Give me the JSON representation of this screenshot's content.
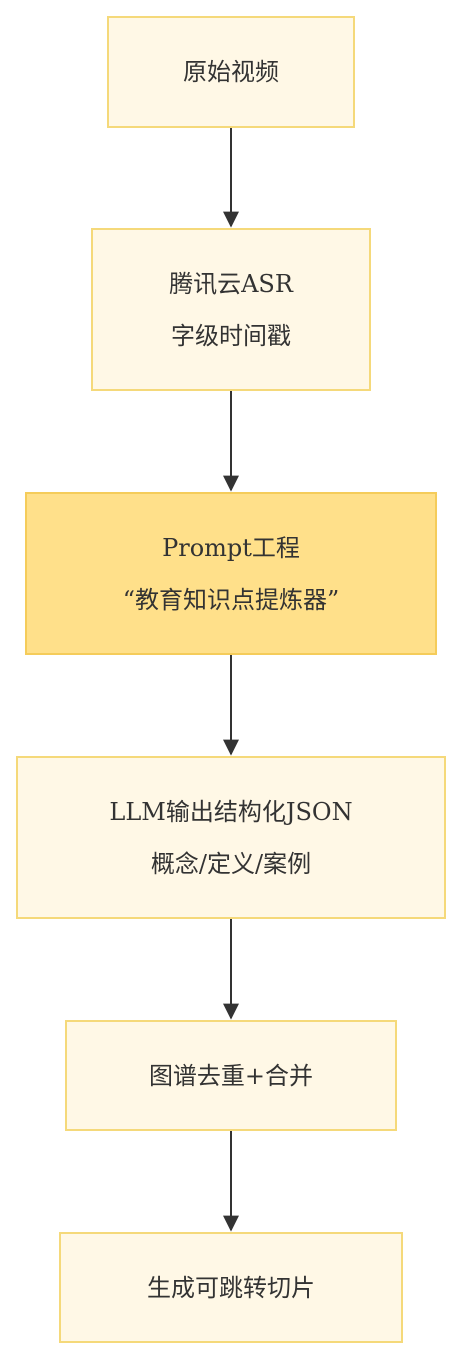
{
  "colors": {
    "node_fill": "#fff8e6",
    "node_border": "#f5d97a",
    "highlight_fill": "#ffe08a",
    "highlight_border": "#f5cc5a",
    "edge": "#333333",
    "text": "#333333"
  },
  "nodes": [
    {
      "id": "n1",
      "lines": [
        "原始视频"
      ]
    },
    {
      "id": "n2",
      "lines": [
        "腾讯云ASR",
        "字级时间戳"
      ]
    },
    {
      "id": "n3",
      "lines": [
        "Prompt工程",
        "“教育知识点提炼器”"
      ],
      "highlight": true
    },
    {
      "id": "n4",
      "lines": [
        "LLM输出结构化JSON",
        "概念/定义/案例"
      ]
    },
    {
      "id": "n5",
      "lines": [
        "图谱去重+合并"
      ]
    },
    {
      "id": "n6",
      "lines": [
        "生成可跳转切片"
      ]
    }
  ],
  "edges": [
    {
      "from": "n1",
      "to": "n2"
    },
    {
      "from": "n2",
      "to": "n3"
    },
    {
      "from": "n3",
      "to": "n4"
    },
    {
      "from": "n4",
      "to": "n5"
    },
    {
      "from": "n5",
      "to": "n6"
    }
  ]
}
